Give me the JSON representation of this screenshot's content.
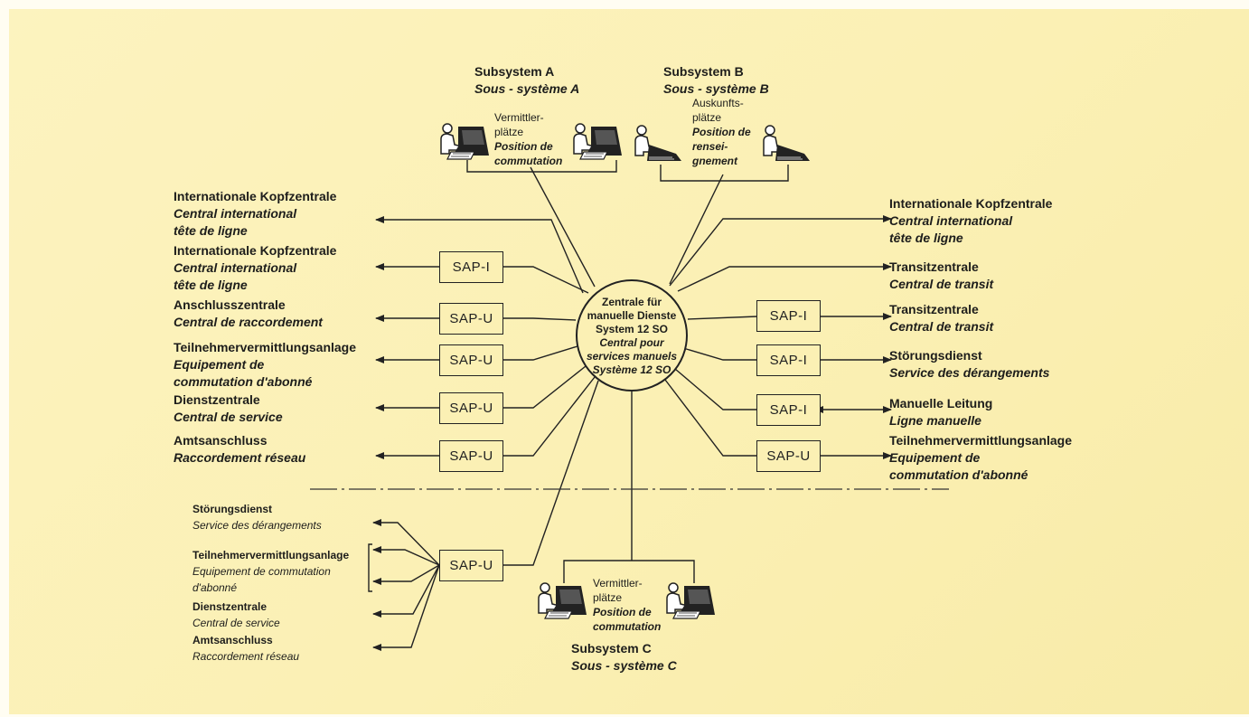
{
  "subsystem_a": {
    "de": "Subsystem A",
    "fr": "Sous - système A"
  },
  "subsystem_b": {
    "de": "Subsystem B",
    "fr": "Sous - système B"
  },
  "subsystem_c": {
    "de": "Subsystem C",
    "fr": "Sous - système C"
  },
  "a_positions": {
    "de1": "Vermittler-",
    "de2": "plätze",
    "fr1": "Position de",
    "fr2": "commutation"
  },
  "b_positions": {
    "de1": "Auskunfts-",
    "de2": "plätze",
    "fr1": "Position de",
    "fr2": "rensei-",
    "fr3": "gnement"
  },
  "c_positions": {
    "de1": "Vermittler-",
    "de2": "plätze",
    "fr1": "Position de",
    "fr2": "commutation"
  },
  "hub": {
    "line1": "Zentrale für",
    "line2": "manuelle Dienste",
    "line3": "System 12  SO",
    "line4": "Central pour",
    "line5": "services manuels",
    "line6": "Système 12  SO"
  },
  "left": [
    {
      "de": "Internationale Kopfzentrale",
      "fr1": "Central international",
      "fr2": "tête de ligne",
      "box": ""
    },
    {
      "de": "Internationale Kopfzentrale",
      "fr1": "Central international",
      "fr2": "tête de ligne",
      "box": "SAP-I"
    },
    {
      "de": "Anschlusszentrale",
      "fr1": "Central de raccordement",
      "box": "SAP-U"
    },
    {
      "de": "Teilnehmervermittlungsanlage",
      "fr1": "Equipement de",
      "fr2": "commutation d'abonné",
      "box": "SAP-U"
    },
    {
      "de": "Dienstzentrale",
      "fr1": "Central de service",
      "box": "SAP-U"
    },
    {
      "de": "Amtsanschluss",
      "fr1": "Raccordement réseau",
      "box": "SAP-U"
    }
  ],
  "right": [
    {
      "de": "Internationale Kopfzentrale",
      "fr1": "Central international",
      "fr2": "tête de ligne",
      "box": ""
    },
    {
      "de": "Transitzentrale",
      "fr1": "Central de transit",
      "box": ""
    },
    {
      "de": "Transitzentrale",
      "fr1": "Central de transit",
      "box": "SAP-I"
    },
    {
      "de": "Störungsdienst",
      "fr1": "Service des dérangements",
      "box": "SAP-I"
    },
    {
      "de": "Manuelle Leitung",
      "fr1": "Ligne manuelle",
      "box": "SAP-I"
    },
    {
      "de": "Teilnehmervermittlungsanlage",
      "fr1": "Equipement de",
      "fr2": "commutation d'abonné",
      "box": "SAP-U"
    }
  ],
  "bottom_box": "SAP-U",
  "bottom_left": [
    {
      "de": "Störungsdienst",
      "fr1": "Service des dérangements"
    },
    {
      "de": "Teilnehmervermittlungsanlage",
      "fr1": "Equipement de commutation",
      "fr2": "d'abonné"
    },
    {
      "de": "Dienstzentrale",
      "fr1": "Central de service"
    },
    {
      "de": "Amtsanschluss",
      "fr1": "Raccordement  réseau"
    }
  ]
}
